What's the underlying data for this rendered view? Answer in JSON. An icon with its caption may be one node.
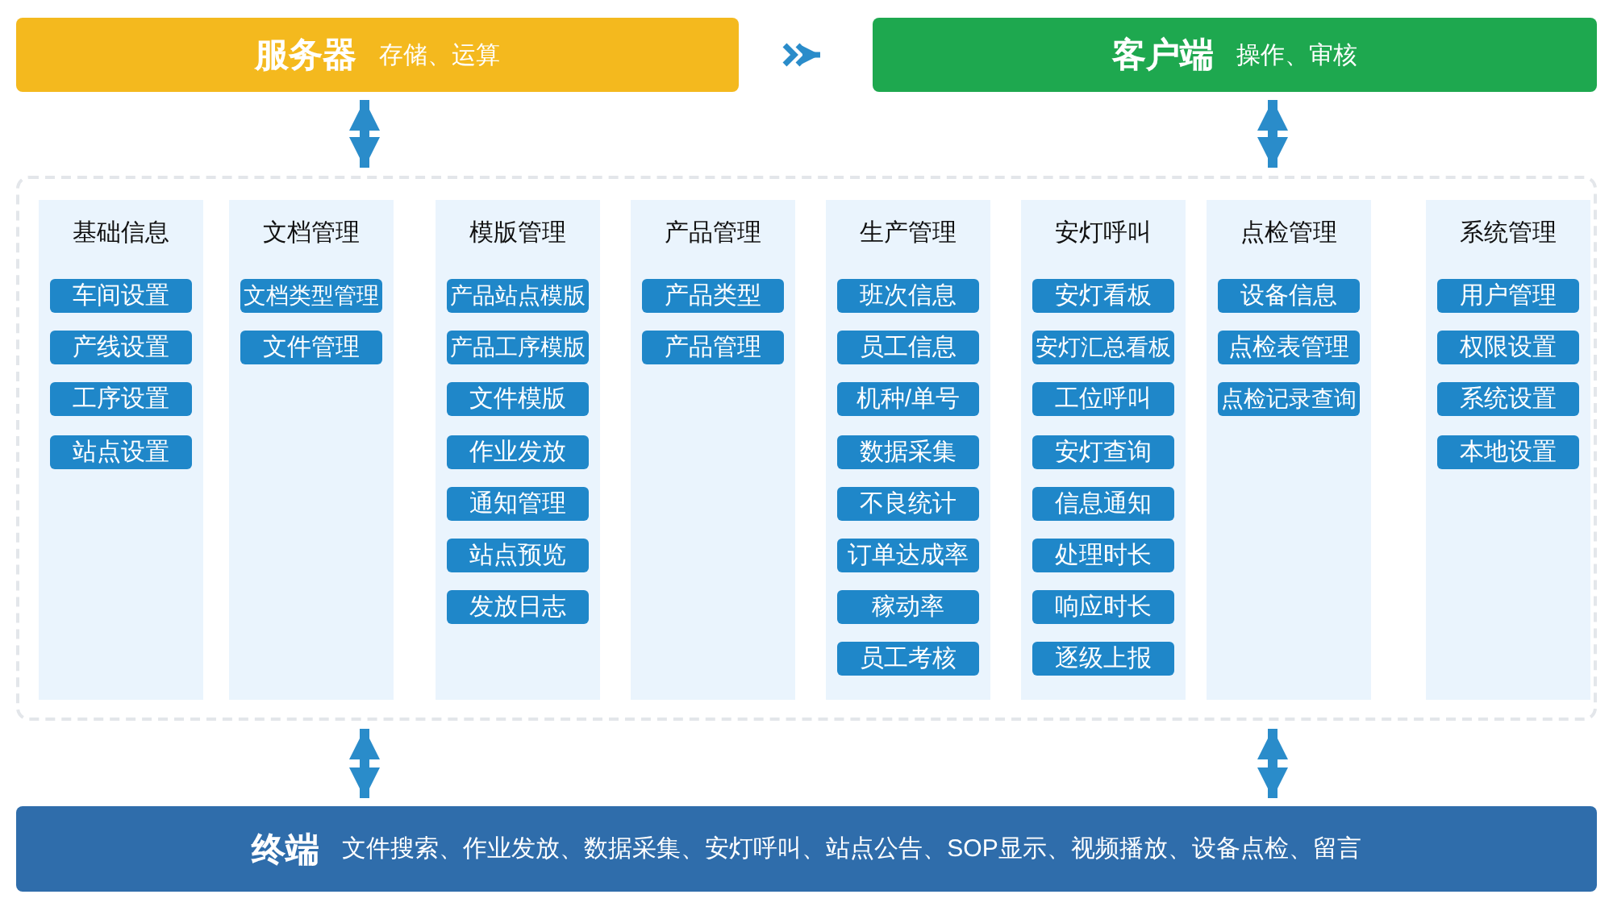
{
  "diagram": {
    "nodes": [
      {
        "text": [
          "服务器",
          "存储、运算"
        ]
      },
      {
        "text": [
          "客户端",
          "操作、审核"
        ]
      },
      {
        "text": [],
        "shape": "box"
      },
      {
        "text": [
          "基础信息"
        ],
        "in": 2
      },
      {
        "text": [
          "车间设置"
        ],
        "in": 3
      },
      {
        "text": [
          "产线设置"
        ],
        "in": 3
      },
      {
        "text": [
          "工序设置"
        ],
        "in": 3
      },
      {
        "text": [
          "站点设置"
        ],
        "in": 3
      },
      {
        "text": [
          "文档管理"
        ],
        "in": 2
      },
      {
        "text": [
          "文档类型管理"
        ],
        "in": 8
      },
      {
        "text": [
          "文件管理"
        ],
        "in": 8
      },
      {
        "text": [
          "模版管理"
        ],
        "in": 2
      },
      {
        "text": [
          "产品站点模版"
        ],
        "in": 11
      },
      {
        "text": [
          "产品工序模版"
        ],
        "in": 11
      },
      {
        "text": [
          "文件模版"
        ],
        "in": 11
      },
      {
        "text": [
          "作业发放"
        ],
        "in": 11
      },
      {
        "text": [
          "通知管理"
        ],
        "in": 11
      },
      {
        "text": [
          "站点预览"
        ],
        "in": 11
      },
      {
        "text": [
          "发放日志"
        ],
        "in": 11
      },
      {
        "text": [
          "产品管理"
        ],
        "in": 2
      },
      {
        "text": [
          "产品类型"
        ],
        "in": 19
      },
      {
        "text": [
          "产品管理"
        ],
        "in": 19
      },
      {
        "text": [
          "生产管理"
        ],
        "in": 2
      },
      {
        "text": [
          "班次信息"
        ],
        "in": 22
      },
      {
        "text": [
          "员工信息"
        ],
        "in": 22
      },
      {
        "text": [
          "机种/单号"
        ],
        "in": 22
      },
      {
        "text": [
          "数据采集"
        ],
        "in": 22
      },
      {
        "text": [
          "不良统计"
        ],
        "in": 22
      },
      {
        "text": [
          "订单达成率"
        ],
        "in": 22
      },
      {
        "text": [
          "稼动率"
        ],
        "in": 22
      },
      {
        "text": [
          "员工考核"
        ],
        "in": 22
      },
      {
        "text": [
          "安灯呼叫"
        ],
        "in": 2
      },
      {
        "text": [
          "安灯看板"
        ],
        "in": 31
      },
      {
        "text": [
          "安灯汇总看板"
        ],
        "in": 31
      },
      {
        "text": [
          "工位呼叫"
        ],
        "in": 31
      },
      {
        "text": [
          "安灯查询"
        ],
        "in": 31
      },
      {
        "text": [
          "信息通知"
        ],
        "in": 31
      },
      {
        "text": [
          "处理时长"
        ],
        "in": 31
      },
      {
        "text": [
          "响应时长"
        ],
        "in": 31
      },
      {
        "text": [
          "逐级上报"
        ],
        "in": 31
      },
      {
        "text": [
          "点检管理"
        ],
        "in": 2
      },
      {
        "text": [
          "设备信息"
        ],
        "in": 40
      },
      {
        "text": [
          "点检表管理"
        ],
        "in": 40
      },
      {
        "text": [
          "点检记录查询"
        ],
        "in": 40
      },
      {
        "text": [
          "系统管理"
        ],
        "in": 2
      },
      {
        "text": [
          "用户管理"
        ],
        "in": 44
      },
      {
        "text": [
          "权限设置"
        ],
        "in": 44
      },
      {
        "text": [
          "系统设置"
        ],
        "in": 44
      },
      {
        "text": [
          "本地设置"
        ],
        "in": 44
      },
      {
        "text": [
          "终端",
          "文件搜索、作业发放、数据采集、安灯呼叫、站点公告、SOP显示、视频播放、设备点检、留言"
        ]
      }
    ],
    "edges": [
      {
        "from": 0,
        "to": 1,
        "arrow": "to"
      },
      {
        "from": 0,
        "to": 2,
        "arrow": "both"
      },
      {
        "from": 1,
        "to": 2,
        "arrow": "both"
      },
      {
        "from": 2,
        "to": 49,
        "arrow": "both"
      },
      {
        "from": 2,
        "to": 49,
        "arrow": "both"
      }
    ]
  }
}
